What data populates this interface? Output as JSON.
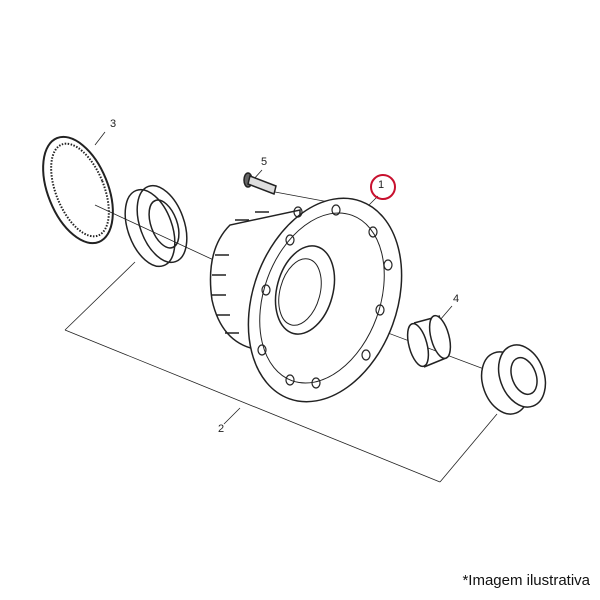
{
  "diagram": {
    "labels": {
      "part1": "1",
      "part2": "2",
      "part3": "3",
      "part4": "4",
      "part5": "5"
    },
    "highlighted_part": "1",
    "highlight_color": "#c8102e"
  },
  "footer": {
    "note": "*Imagem ilustrativa"
  }
}
